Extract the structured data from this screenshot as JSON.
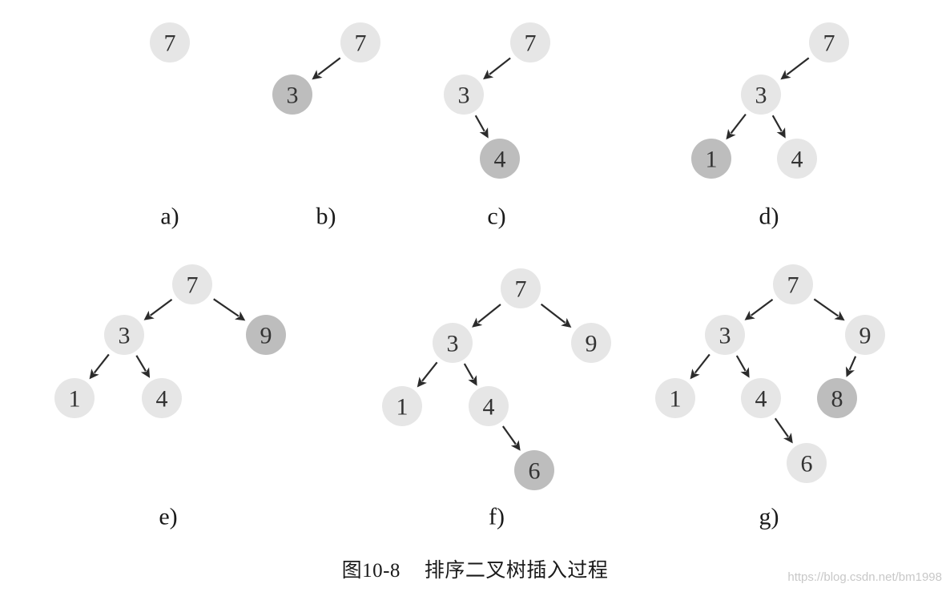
{
  "caption": {
    "number": "图10-8",
    "text": "排序二叉树插入过程"
  },
  "watermark": "https://blog.csdn.net/bm1998",
  "colors": {
    "node_fill": "#e6e6e6",
    "new_node_fill": "#bdbdbd",
    "arrow": "#2b2b2b",
    "text": "#333333"
  },
  "panels": [
    {
      "id": "a",
      "label": "a)",
      "nodes": [
        {
          "id": "n7",
          "value": "7",
          "new": false
        }
      ],
      "edges": []
    },
    {
      "id": "b",
      "label": "b)",
      "nodes": [
        {
          "id": "n7",
          "value": "7",
          "new": false
        },
        {
          "id": "n3",
          "value": "3",
          "new": true
        }
      ],
      "edges": [
        {
          "from": "n7",
          "to": "n3"
        }
      ]
    },
    {
      "id": "c",
      "label": "c)",
      "nodes": [
        {
          "id": "n7",
          "value": "7",
          "new": false
        },
        {
          "id": "n3",
          "value": "3",
          "new": false
        },
        {
          "id": "n4",
          "value": "4",
          "new": true
        }
      ],
      "edges": [
        {
          "from": "n7",
          "to": "n3"
        },
        {
          "from": "n3",
          "to": "n4"
        }
      ]
    },
    {
      "id": "d",
      "label": "d)",
      "nodes": [
        {
          "id": "n7",
          "value": "7",
          "new": false
        },
        {
          "id": "n3",
          "value": "3",
          "new": false
        },
        {
          "id": "n1",
          "value": "1",
          "new": true
        },
        {
          "id": "n4",
          "value": "4",
          "new": false
        }
      ],
      "edges": [
        {
          "from": "n7",
          "to": "n3"
        },
        {
          "from": "n3",
          "to": "n1"
        },
        {
          "from": "n3",
          "to": "n4"
        }
      ]
    },
    {
      "id": "e",
      "label": "e)",
      "nodes": [
        {
          "id": "n7",
          "value": "7",
          "new": false
        },
        {
          "id": "n3",
          "value": "3",
          "new": false
        },
        {
          "id": "n9",
          "value": "9",
          "new": true
        },
        {
          "id": "n1",
          "value": "1",
          "new": false
        },
        {
          "id": "n4",
          "value": "4",
          "new": false
        }
      ],
      "edges": [
        {
          "from": "n7",
          "to": "n3"
        },
        {
          "from": "n7",
          "to": "n9"
        },
        {
          "from": "n3",
          "to": "n1"
        },
        {
          "from": "n3",
          "to": "n4"
        }
      ]
    },
    {
      "id": "f",
      "label": "f)",
      "nodes": [
        {
          "id": "n7",
          "value": "7",
          "new": false
        },
        {
          "id": "n3",
          "value": "3",
          "new": false
        },
        {
          "id": "n9",
          "value": "9",
          "new": false
        },
        {
          "id": "n1",
          "value": "1",
          "new": false
        },
        {
          "id": "n4",
          "value": "4",
          "new": false
        },
        {
          "id": "n6",
          "value": "6",
          "new": true
        }
      ],
      "edges": [
        {
          "from": "n7",
          "to": "n3"
        },
        {
          "from": "n7",
          "to": "n9"
        },
        {
          "from": "n3",
          "to": "n1"
        },
        {
          "from": "n3",
          "to": "n4"
        },
        {
          "from": "n4",
          "to": "n6"
        }
      ]
    },
    {
      "id": "g",
      "label": "g)",
      "nodes": [
        {
          "id": "n7",
          "value": "7",
          "new": false
        },
        {
          "id": "n3",
          "value": "3",
          "new": false
        },
        {
          "id": "n9",
          "value": "9",
          "new": false
        },
        {
          "id": "n1",
          "value": "1",
          "new": false
        },
        {
          "id": "n4",
          "value": "4",
          "new": false
        },
        {
          "id": "n8",
          "value": "8",
          "new": true
        },
        {
          "id": "n6",
          "value": "6",
          "new": false
        }
      ],
      "edges": [
        {
          "from": "n7",
          "to": "n3"
        },
        {
          "from": "n7",
          "to": "n9"
        },
        {
          "from": "n3",
          "to": "n1"
        },
        {
          "from": "n3",
          "to": "n4"
        },
        {
          "from": "n9",
          "to": "n8"
        },
        {
          "from": "n4",
          "to": "n6"
        }
      ]
    }
  ]
}
